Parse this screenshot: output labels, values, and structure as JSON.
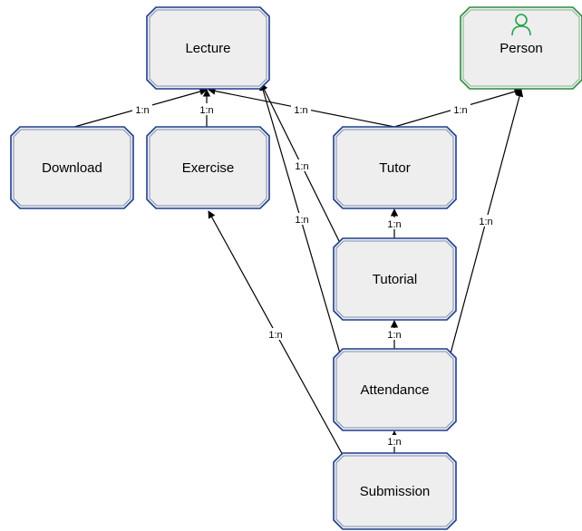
{
  "colors": {
    "entity_border": "#1f3f8c",
    "entity_fill": "#eeeeee",
    "actor_border": "#2e8b3e",
    "actor_icon": "#1fa34a",
    "edge": "#000000"
  },
  "nodes": [
    {
      "id": "lecture",
      "label": "Lecture",
      "kind": "entity"
    },
    {
      "id": "person",
      "label": "Person",
      "kind": "actor",
      "icon": "person-icon"
    },
    {
      "id": "download",
      "label": "Download",
      "kind": "entity"
    },
    {
      "id": "exercise",
      "label": "Exercise",
      "kind": "entity"
    },
    {
      "id": "tutor",
      "label": "Tutor",
      "kind": "entity"
    },
    {
      "id": "tutorial",
      "label": "Tutorial",
      "kind": "entity"
    },
    {
      "id": "attendance",
      "label": "Attendance",
      "kind": "entity"
    },
    {
      "id": "submission",
      "label": "Submission",
      "kind": "entity"
    }
  ],
  "edges": [
    {
      "id": "download-lecture",
      "from": "download",
      "to": "lecture",
      "label": "1:n"
    },
    {
      "id": "exercise-lecture",
      "from": "exercise",
      "to": "lecture",
      "label": "1:n"
    },
    {
      "id": "tutor-lecture",
      "from": "tutor",
      "to": "lecture",
      "label": "1:n"
    },
    {
      "id": "tutor-person",
      "from": "tutor",
      "to": "person",
      "label": "1:n"
    },
    {
      "id": "tutorial-lecture",
      "from": "tutorial",
      "to": "lecture",
      "label": "1:n"
    },
    {
      "id": "attendance-lecture",
      "from": "attendance",
      "to": "lecture",
      "label": "1:n"
    },
    {
      "id": "tutorial-tutor",
      "from": "tutorial",
      "to": "tutor",
      "label": "1:n"
    },
    {
      "id": "attendance-tutorial",
      "from": "attendance",
      "to": "tutorial",
      "label": "1:n"
    },
    {
      "id": "attendance-person",
      "from": "attendance",
      "to": "person",
      "label": "1:n"
    },
    {
      "id": "submission-exercise",
      "from": "submission",
      "to": "exercise",
      "label": "1:n"
    },
    {
      "id": "submission-attendance",
      "from": "submission",
      "to": "attendance",
      "label": "1:n"
    }
  ]
}
